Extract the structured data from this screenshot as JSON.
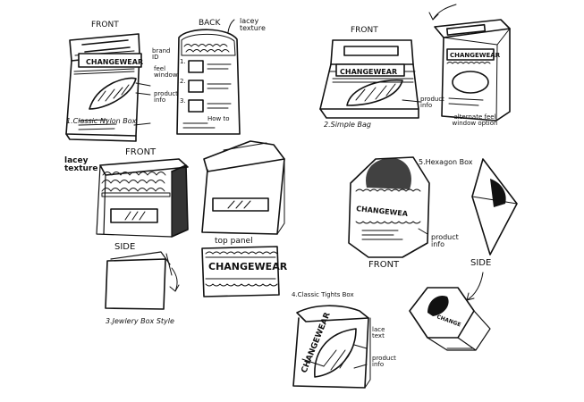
{
  "labels": {
    "front_1": "FRONT",
    "back_1": "BACK",
    "lacey_texture_1": "lacey texture",
    "brand_id": "brand ID",
    "feel_window": "feel window",
    "product_info_1": "product info",
    "steps": [
      "1.",
      "2.",
      "3."
    ],
    "how_to": "How to",
    "caption_1": "1.Classic Nylon Box",
    "front_2": "FRONT",
    "product_info_2": "product info",
    "alternate_window": "alternate feel window option",
    "caption_2": "2.Simple Bag",
    "lacey_texture_3": "lacey texture",
    "front_3": "FRONT",
    "side_3": "SIDE",
    "top_panel": "top panel",
    "caption_3": "3.Jewlery Box Style",
    "caption_5": "5.Hexagon Box",
    "product_info_5": "product info",
    "front_5": "FRONT",
    "side_5": "SIDE",
    "caption_4": "4.Classic Tights Box",
    "lace_text_4": "lace text",
    "product_info_4": "product info"
  },
  "brand": {
    "logo_text": "CHANGEWEAR",
    "logo_short": "CHANGEWEA",
    "logo_tiny": "CHANGE"
  }
}
